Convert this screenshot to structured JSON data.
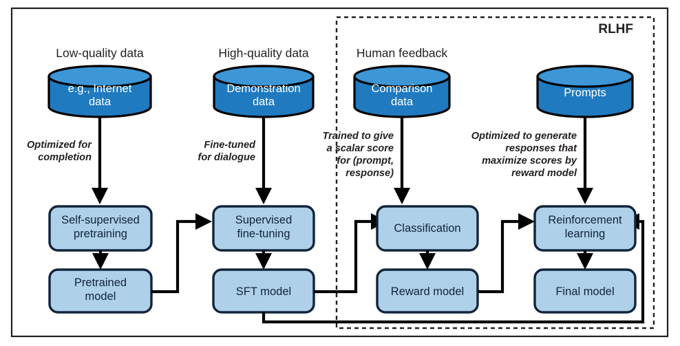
{
  "figure": {
    "title": "RLHF training pipeline diagram",
    "group_label": "RLHF",
    "colors": {
      "cylinder_body": "#1f7ac0",
      "cylinder_top": "#3d96d6",
      "process_box_fill": "#aed0e8",
      "process_box_stroke": "#10243a",
      "line": "#000000",
      "frame": "#231f20",
      "background": "#ffffff"
    }
  },
  "data_sources": [
    {
      "id": "low-quality-data",
      "caption": "Low-quality data",
      "cylinder_line1": "e.g., Internet",
      "cylinder_line2": "data"
    },
    {
      "id": "high-quality-data",
      "caption": "High-quality data",
      "cylinder_line1": "Demonstration",
      "cylinder_line2": "data"
    },
    {
      "id": "human-feedback",
      "caption": "Human feedback",
      "cylinder_line1": "Comparison",
      "cylinder_line2": "data"
    },
    {
      "id": "prompts",
      "caption": "",
      "cylinder_line1": "Prompts",
      "cylinder_line2": ""
    }
  ],
  "edge_labels": [
    {
      "id": "optimized-for-completion",
      "lines": [
        "Optimized for",
        "completion"
      ]
    },
    {
      "id": "fine-tuned-for-dialogue",
      "lines": [
        "Fine-tuned",
        "for dialogue"
      ]
    },
    {
      "id": "trained-to-give-scalar-score",
      "lines": [
        "Trained to give",
        "a scalar score",
        "for (prompt,",
        "response)"
      ]
    },
    {
      "id": "optimized-to-generate-responses",
      "lines": [
        "Optimized to generate",
        "responses that",
        "maximize scores by",
        "reward model"
      ]
    }
  ],
  "process_boxes": [
    {
      "id": "self-supervised-pretraining",
      "line1": "Self-supervised",
      "line2": "pretraining"
    },
    {
      "id": "supervised-fine-tuning",
      "line1": "Supervised",
      "line2": "fine-tuning"
    },
    {
      "id": "classification",
      "line1": "Classification",
      "line2": ""
    },
    {
      "id": "reinforcement-learning",
      "line1": "Reinforcement",
      "line2": "learning"
    }
  ],
  "model_boxes": [
    {
      "id": "pretrained-model",
      "line1": "Pretrained",
      "line2": "model"
    },
    {
      "id": "sft-model",
      "line1": "SFT model",
      "line2": ""
    },
    {
      "id": "reward-model",
      "line1": "Reward model",
      "line2": ""
    },
    {
      "id": "final-model",
      "line1": "Final model",
      "line2": ""
    }
  ]
}
